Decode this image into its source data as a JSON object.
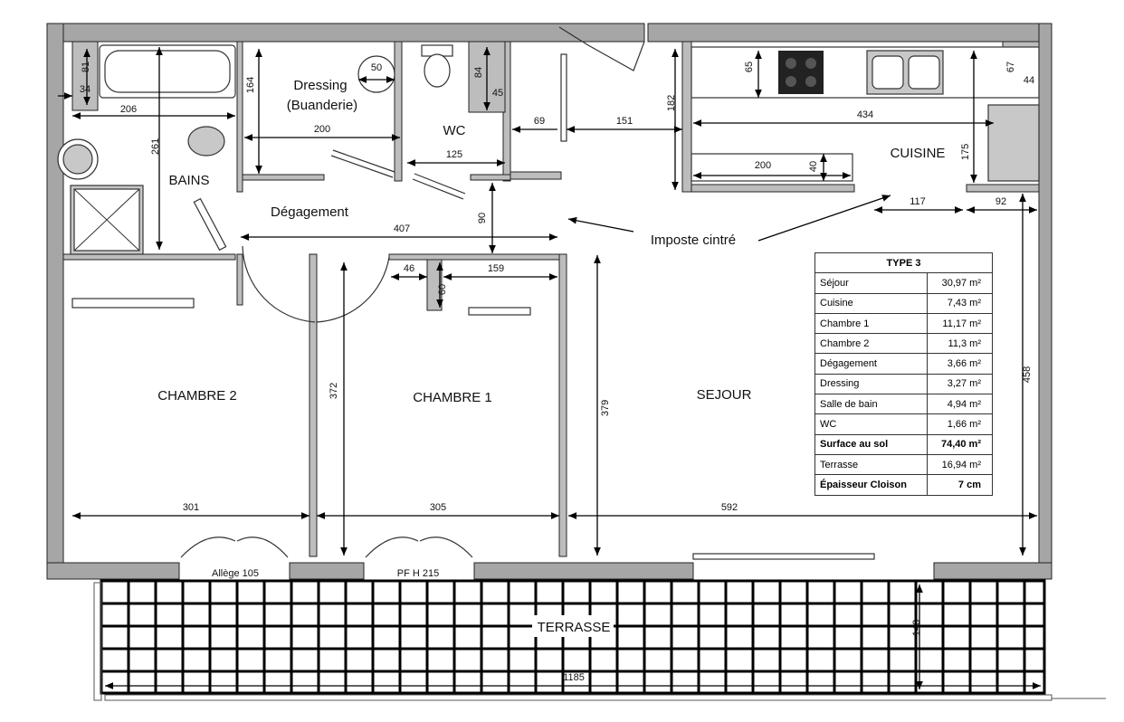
{
  "rooms": {
    "dressing": "Dressing",
    "dressing_sub": "(Buanderie)",
    "wc": "WC",
    "bains": "BAINS",
    "degagement": "Dégagement",
    "cuisine": "CUISINE",
    "chambre2": "CHAMBRE 2",
    "chambre1": "CHAMBRE 1",
    "sejour": "SEJOUR",
    "terrasse": "TERRASSE"
  },
  "annotations": {
    "imposte": "Imposte cintré",
    "allege": "Allège 105",
    "pfh": "PF H 215"
  },
  "dimensions": {
    "d81": "81",
    "d34": "34",
    "d206": "206",
    "d261": "261",
    "d164": "164",
    "d50": "50",
    "d200a": "200",
    "d84": "84",
    "d45": "45",
    "d125": "125",
    "d69": "69",
    "d151": "151",
    "d182": "182",
    "d65": "65",
    "d67": "67",
    "d44": "44",
    "d434": "434",
    "d175": "175",
    "d200b": "200",
    "d40": "40",
    "d117": "117",
    "d92": "92",
    "d407": "407",
    "d90": "90",
    "d46": "46",
    "d60": "60",
    "d159": "159",
    "d372": "372",
    "d379": "379",
    "d458": "458",
    "d301": "301",
    "d305": "305",
    "d592": "592",
    "d143": "143",
    "d1185": "1185"
  },
  "surface_table": {
    "title": "TYPE 3",
    "rows": [
      {
        "label": "Séjour",
        "value": "30,97 m²"
      },
      {
        "label": "Cuisine",
        "value": "7,43  m²"
      },
      {
        "label": "Chambre 1",
        "value": "11,17 m²"
      },
      {
        "label": "Chambre 2",
        "value": "11,3  m²"
      },
      {
        "label": "Dégagement",
        "value": "3,66 m²"
      },
      {
        "label": "Dressing",
        "value": "3,27 m²"
      },
      {
        "label": "Salle de bain",
        "value": "4,94  m²"
      },
      {
        "label": "WC",
        "value": "1,66 m²"
      },
      {
        "label": "Surface au sol",
        "value": "74,40 m²"
      },
      {
        "label": "Terrasse",
        "value": "16,94 m²"
      },
      {
        "label": "Épaisseur Cloison",
        "value": "7 cm"
      }
    ]
  }
}
